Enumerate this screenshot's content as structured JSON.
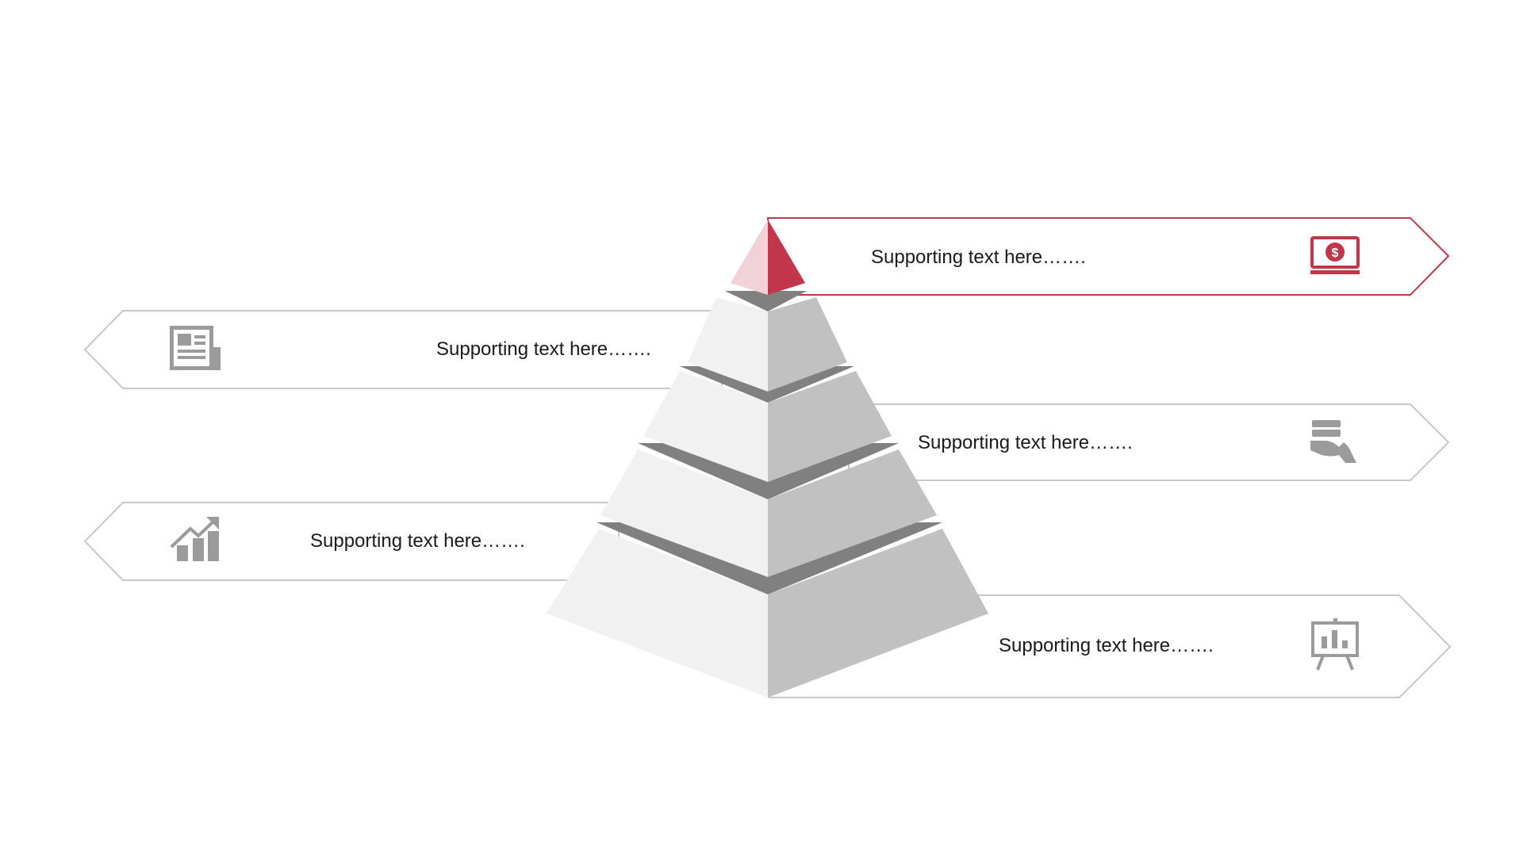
{
  "colors": {
    "accent": "#C0364A",
    "accent_light": "#F2D2D8",
    "outline_gray": "#C8C8C8",
    "icon_gray": "#9B9B9B",
    "face_light": "#F1F1F1",
    "face_dark": "#C1C1C1",
    "gap_gray": "#808080"
  },
  "items": [
    {
      "id": "tier-1",
      "text": "Supporting text here…….",
      "icon": "laptop-dollar-icon",
      "side": "right",
      "highlighted": true
    },
    {
      "id": "tier-2",
      "text": "Supporting text here…….",
      "icon": "newspaper-icon",
      "side": "left",
      "highlighted": false
    },
    {
      "id": "tier-3",
      "text": "Supporting text here…….",
      "icon": "hand-coins-icon",
      "side": "right",
      "highlighted": false
    },
    {
      "id": "tier-4",
      "text": "Supporting text here…….",
      "icon": "growth-chart-icon",
      "side": "left",
      "highlighted": false
    },
    {
      "id": "tier-5",
      "text": "Supporting text here…….",
      "icon": "presentation-board-icon",
      "side": "right",
      "highlighted": false
    }
  ]
}
